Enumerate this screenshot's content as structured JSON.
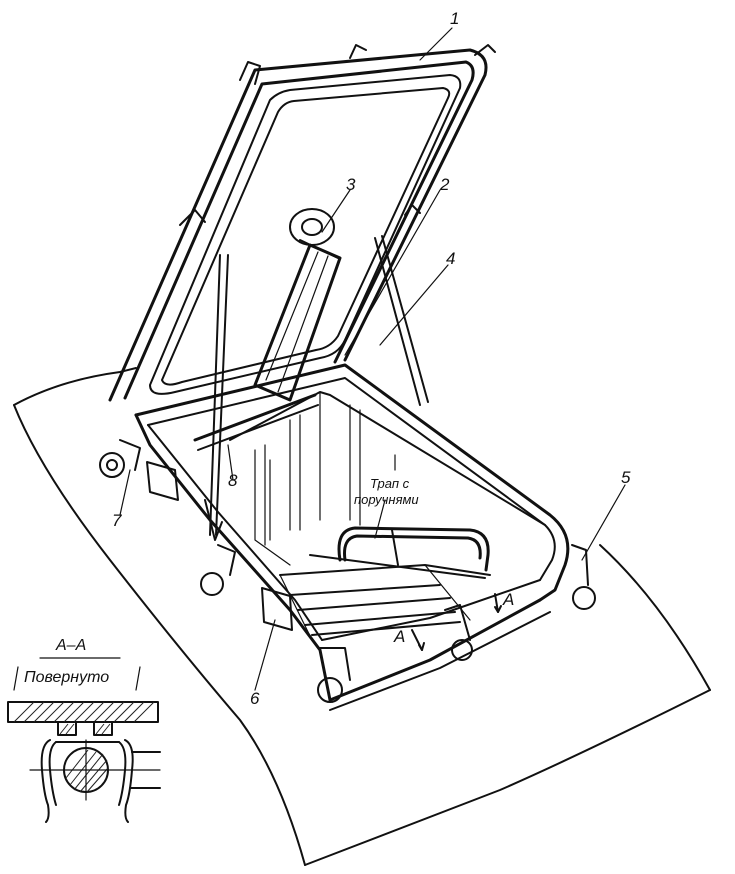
{
  "labels": {
    "l1": "1",
    "l2": "2",
    "l3": "3",
    "l4": "4",
    "l5": "5",
    "l6": "6",
    "l7": "7",
    "l8": "8"
  },
  "ladder_label": {
    "line1": "Трап с",
    "line2": "поручнями"
  },
  "section_marks": {
    "a1": "A",
    "a2": "A"
  },
  "section_view": {
    "title": "А–А",
    "subtitle": "Повернуто"
  }
}
